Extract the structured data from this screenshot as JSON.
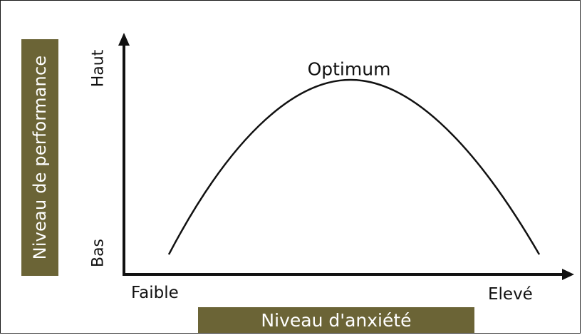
{
  "diagram": {
    "y_axis_title": "Niveau de performance",
    "x_axis_title": "Niveau d'anxiété",
    "y_ticks": {
      "high": "Haut",
      "low": "Bas"
    },
    "x_ticks": {
      "low": "Faible",
      "high": "Elevé"
    },
    "peak_label": "Optimum",
    "colors": {
      "label_box": "#6b6436",
      "label_text": "#ffffff",
      "axis": "#111111"
    }
  }
}
